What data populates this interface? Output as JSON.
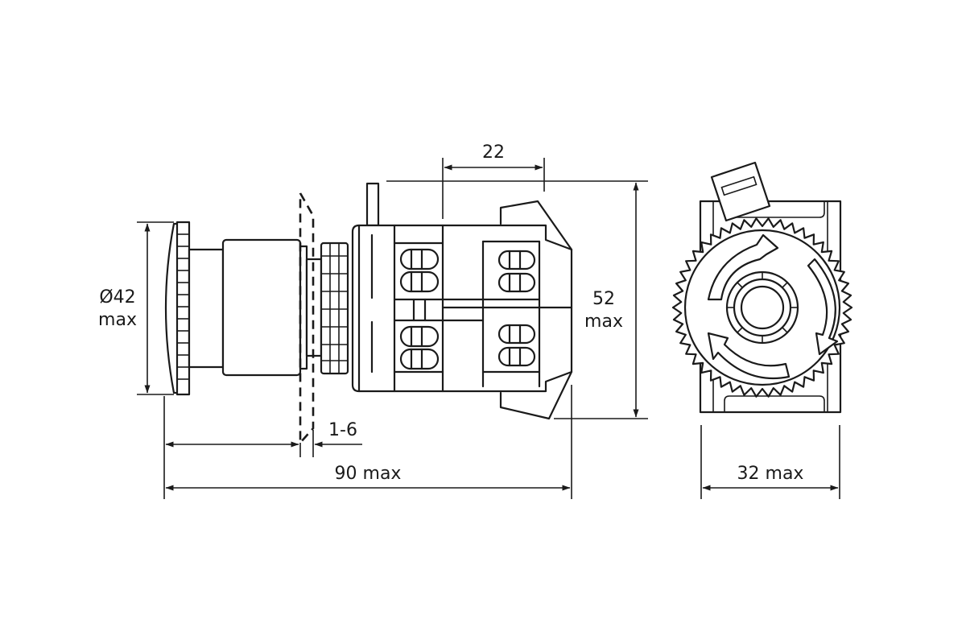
{
  "colors": {
    "line": "#1a1a1a",
    "background": "#ffffff"
  },
  "dimensions": {
    "diameter_line1": "Ø42",
    "diameter_line2": "max",
    "width_22": "22",
    "height_line1": "52",
    "height_line2": "max",
    "panel_range": "1-6",
    "length_total": "90 max",
    "depth_total": "32 max"
  }
}
